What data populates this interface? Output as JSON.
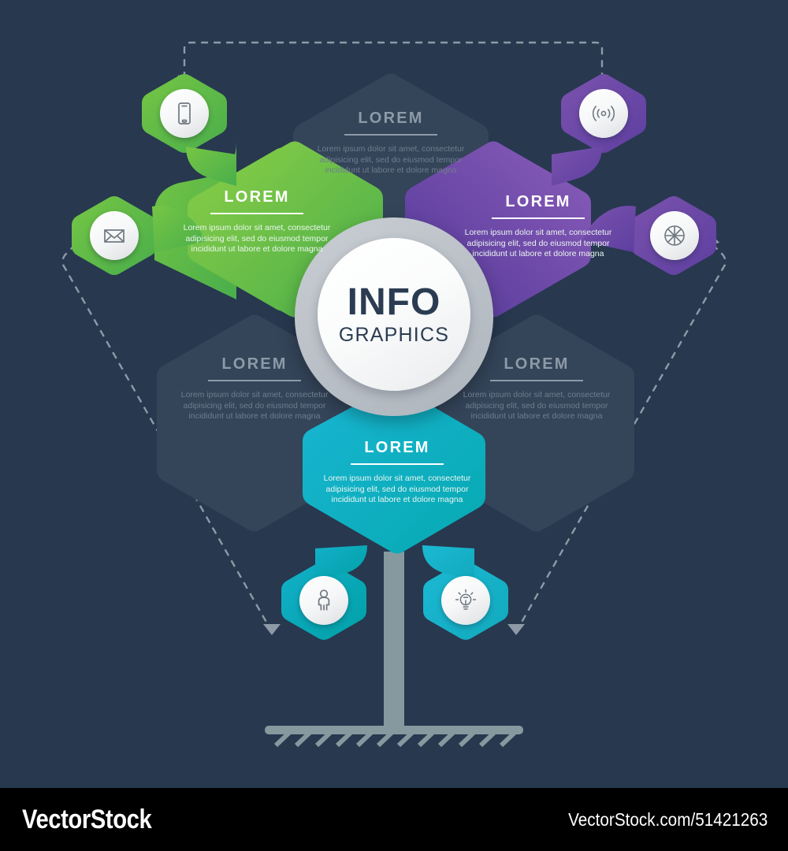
{
  "meta": {
    "background_color": "#27384f",
    "hex_dark_color": "#344459",
    "green_from": "#84cb45",
    "green_to": "#4db04a",
    "purple_from": "#8a5cb8",
    "purple_to": "#553a99",
    "cyan_from": "#21b9d4",
    "cyan_to": "#00a3a8",
    "stand_color": "#85999e",
    "dash_color": "#8e9aa6"
  },
  "center": {
    "title": "INFO",
    "subtitle": "GRAPHICS"
  },
  "body_text": "Lorem ipsum dolor sit amet, consectetur adipisicing elit, sed do eiusmod tempor incididunt ut labore et dolore magna",
  "nodes": [
    {
      "id": "green",
      "title": "LOREM",
      "body": "Lorem ipsum dolor sit amet, consectetur adipisicing elit, sed do eiusmod tempor incididunt ut labore et dolore magna",
      "color_from": "#84cb45",
      "color_to": "#4db04a",
      "style": "light"
    },
    {
      "id": "top-center-dark",
      "title": "LOREM",
      "body": "Lorem ipsum dolor sit amet, consectetur adipisicing elit, sed do eiusmod tempor incididunt ut labore et dolore magna",
      "color_from": "#344459",
      "color_to": "#344459",
      "style": "dim"
    },
    {
      "id": "purple",
      "title": "LOREM",
      "body": "Lorem ipsum dolor sit amet, consectetur adipisicing elit, sed do eiusmod tempor incididunt ut labore et dolore magna",
      "color_from": "#8a5cb8",
      "color_to": "#553a99",
      "style": "light"
    },
    {
      "id": "left-dark",
      "title": "LOREM",
      "body": "Lorem ipsum dolor sit amet, consectetur adipisicing elit, sed do eiusmod tempor incididunt ut labore et dolore magna",
      "color_from": "#344459",
      "color_to": "#344459",
      "style": "dim"
    },
    {
      "id": "right-dark",
      "title": "LOREM",
      "body": "Lorem ipsum dolor sit amet, consectetur adipisicing elit, sed do eiusmod tempor incididunt ut labore et dolore magna",
      "color_from": "#344459",
      "color_to": "#344459",
      "style": "dim"
    },
    {
      "id": "cyan",
      "title": "LOREM",
      "body": "Lorem ipsum dolor sit amet, consectetur adipisicing elit, sed do eiusmod tempor incididunt ut labore et dolore magna",
      "color_from": "#21b9d4",
      "color_to": "#00a3a8",
      "style": "light"
    }
  ],
  "icons": [
    {
      "id": "smartphone",
      "name": "smartphone-icon",
      "branch": "green"
    },
    {
      "id": "envelope",
      "name": "envelope-icon",
      "branch": "green"
    },
    {
      "id": "wireless",
      "name": "wireless-signal-icon",
      "branch": "purple"
    },
    {
      "id": "globe",
      "name": "globe-icon",
      "branch": "purple"
    },
    {
      "id": "person",
      "name": "person-icon",
      "branch": "cyan"
    },
    {
      "id": "lightbulb",
      "name": "lightbulb-icon",
      "branch": "cyan"
    }
  ],
  "watermark": {
    "logo": "VectorStock",
    "url": "VectorStock.com/51421263"
  }
}
